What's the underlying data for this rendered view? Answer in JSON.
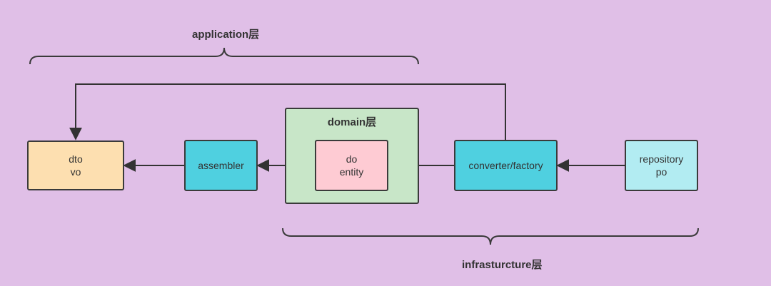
{
  "layers": {
    "application": "application层",
    "infrastructure": "infrasturcture层"
  },
  "domain_group": {
    "label": "domain层"
  },
  "nodes": {
    "dto_vo": {
      "line1": "dto",
      "line2": "vo",
      "color": "#fddfb0"
    },
    "assembler": {
      "label": "assembler",
      "color": "#4fd0e0"
    },
    "do_entity": {
      "line1": "do",
      "line2": "entity",
      "color": "#fecbd3"
    },
    "converter": {
      "label": "converter/factory",
      "color": "#4fd0e0"
    },
    "repository": {
      "line1": "repository",
      "line2": "po",
      "color": "#b2ecf2"
    }
  },
  "domain_group_color": "#c8e6c8",
  "edges": [
    {
      "from": "repository",
      "to": "converter"
    },
    {
      "from": "converter",
      "to": "do_entity"
    },
    {
      "from": "do_entity",
      "to": "assembler"
    },
    {
      "from": "assembler",
      "to": "dto_vo"
    },
    {
      "from": "converter",
      "to": "dto_vo"
    }
  ]
}
